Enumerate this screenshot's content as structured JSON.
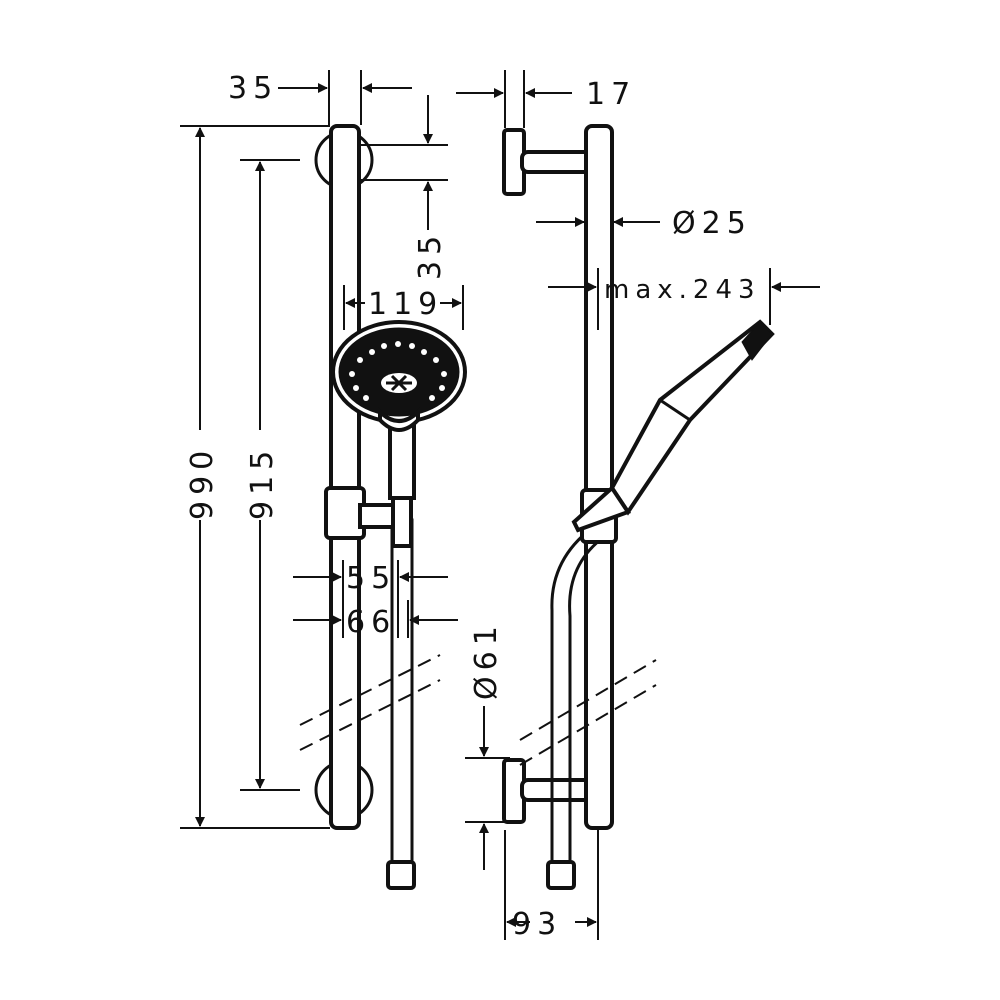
{
  "dimensions": {
    "d_35_top": "35",
    "d_17": "17",
    "d_35_bracket": "35",
    "d_25": "Ø25",
    "d_119": "119",
    "d_243": "max.243",
    "d_990": "990",
    "d_915": "915",
    "d_55": "55",
    "d_66": "66",
    "d_61": "Ø61",
    "d_93": "93"
  }
}
